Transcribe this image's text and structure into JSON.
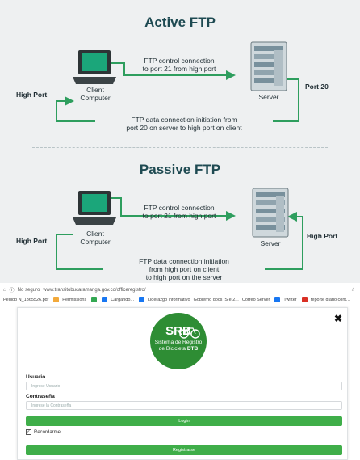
{
  "diagram": {
    "active": {
      "title": "Active FTP",
      "control_line1": "FTP control connection",
      "control_line2": "to port 21 from high port",
      "data_line1": "FTP data connection initiation from",
      "data_line2": "port 20 on server to high port on client",
      "high_port": "High Port",
      "client_line1": "Client",
      "client_line2": "Computer",
      "server": "Server",
      "port20": "Port 20"
    },
    "passive": {
      "title": "Passive FTP",
      "control_line1": "FTP control connection",
      "control_line2": "to port 21 from high port",
      "data_line1": "FTP data connection initiation",
      "data_line2": "from high port on client",
      "data_line3": "to high port on the server",
      "high_port_left": "High Port",
      "client_line1": "Client",
      "client_line2": "Computer",
      "server": "Server",
      "high_port_right": "High Port"
    },
    "colors": {
      "accent": "#2e9e5e",
      "title": "#1e4a52",
      "screen": "#1ba67a"
    }
  },
  "browser": {
    "address_prefix": "No seguro",
    "address_url": "www.transitobucaramanga.gov.co/officeregistro/",
    "bookmarks": [
      "Pedido N_1365526.pdf",
      "Permissions",
      "Cargando...",
      "Liderazgo informativo",
      "Gobierno docs IS e 2...",
      "Correo Server",
      "Twitter",
      "reporte diario cont..."
    ],
    "modal": {
      "close": "✖",
      "logo_title": "SRB",
      "logo_sub1": "Sistema de Registro",
      "logo_sub2": "de Bicicleta",
      "logo_brand": "DTB",
      "usuario_label": "Usuario",
      "usuario_placeholder": "Ingrese Usuario",
      "contrasena_label": "Contraseña",
      "contrasena_placeholder": "Ingrese la Contraseña",
      "login_label": "Login",
      "remember_label": "Recordarme",
      "register_label": "Registrarse"
    }
  }
}
